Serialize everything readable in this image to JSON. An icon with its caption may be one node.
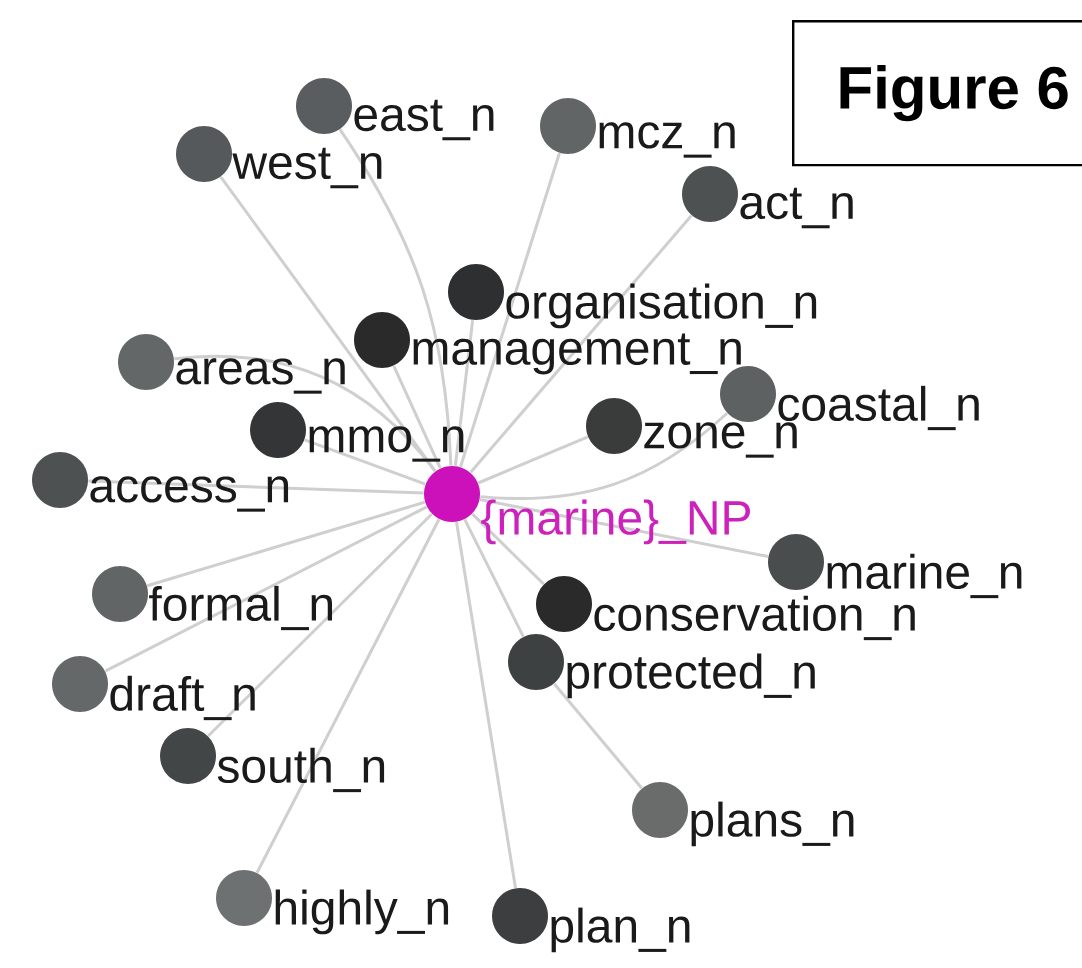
{
  "diagram": {
    "title": "Figure 6",
    "nodes": [
      {
        "text": [
          "east_n"
        ]
      },
      {
        "text": [
          "mcz_n"
        ]
      },
      {
        "text": [
          "west_n"
        ]
      },
      {
        "text": [
          "act_n"
        ]
      },
      {
        "text": [
          "organisation_n"
        ]
      },
      {
        "text": [
          "management_n"
        ]
      },
      {
        "text": [
          "areas_n"
        ]
      },
      {
        "text": [
          "coastal_n"
        ]
      },
      {
        "text": [
          "mmo_n"
        ]
      },
      {
        "text": [
          "zone_n"
        ]
      },
      {
        "text": [
          "access_n"
        ]
      },
      {
        "text": [
          "{marine}_NP"
        ]
      },
      {
        "text": [
          "marine_n"
        ]
      },
      {
        "text": [
          "formal_n"
        ]
      },
      {
        "text": [
          "conservation_n"
        ]
      },
      {
        "text": [
          "protected_n"
        ]
      },
      {
        "text": [
          "draft_n"
        ]
      },
      {
        "text": [
          "south_n"
        ]
      },
      {
        "text": [
          "plans_n"
        ]
      },
      {
        "text": [
          "highly_n"
        ]
      },
      {
        "text": [
          "plan_n"
        ]
      }
    ],
    "edges": [
      {
        "from": 11,
        "to": 0,
        "arrow": "none"
      },
      {
        "from": 11,
        "to": 1,
        "arrow": "none"
      },
      {
        "from": 11,
        "to": 2,
        "arrow": "none"
      },
      {
        "from": 11,
        "to": 3,
        "arrow": "none"
      },
      {
        "from": 11,
        "to": 4,
        "arrow": "none"
      },
      {
        "from": 11,
        "to": 5,
        "arrow": "none"
      },
      {
        "from": 11,
        "to": 6,
        "arrow": "none"
      },
      {
        "from": 11,
        "to": 7,
        "arrow": "none"
      },
      {
        "from": 11,
        "to": 8,
        "arrow": "none"
      },
      {
        "from": 11,
        "to": 9,
        "arrow": "none"
      },
      {
        "from": 11,
        "to": 10,
        "arrow": "none"
      },
      {
        "from": 11,
        "to": 12,
        "arrow": "none"
      },
      {
        "from": 11,
        "to": 13,
        "arrow": "none"
      },
      {
        "from": 11,
        "to": 14,
        "arrow": "none"
      },
      {
        "from": 11,
        "to": 15,
        "arrow": "none"
      },
      {
        "from": 11,
        "to": 16,
        "arrow": "none"
      },
      {
        "from": 11,
        "to": 17,
        "arrow": "none"
      },
      {
        "from": 15,
        "to": 18,
        "arrow": "none"
      },
      {
        "from": 11,
        "to": 19,
        "arrow": "none"
      },
      {
        "from": 11,
        "to": 20,
        "arrow": "none"
      }
    ]
  }
}
